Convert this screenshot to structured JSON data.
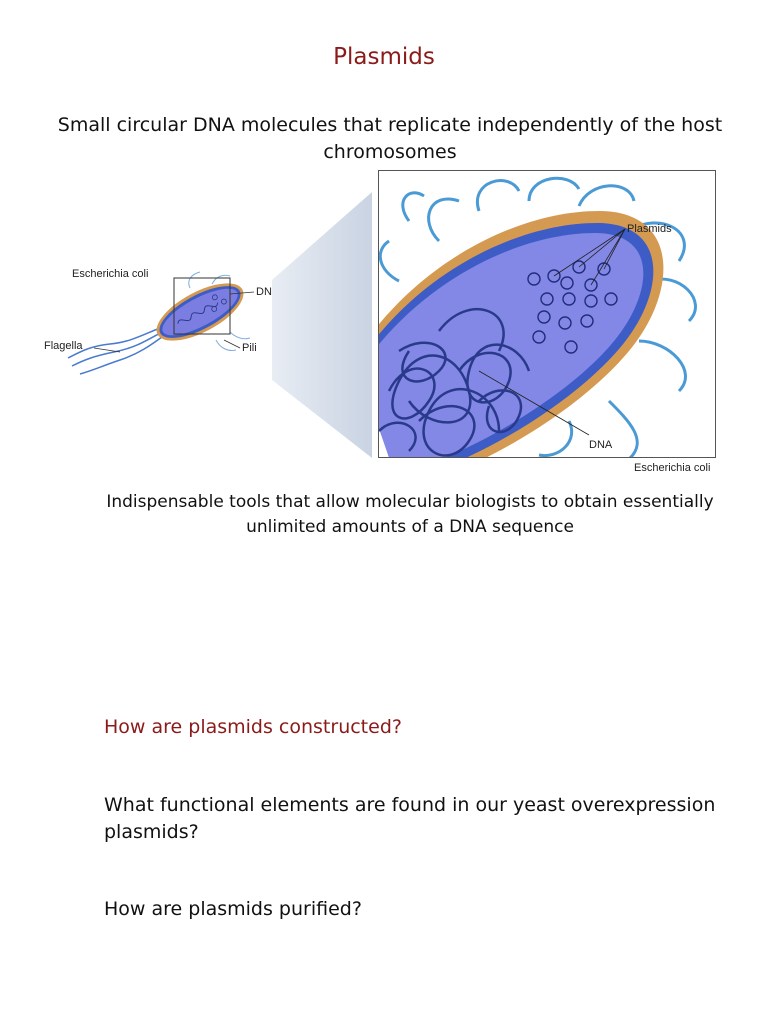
{
  "slide": {
    "title": "Plasmids",
    "subtitle": "Small circular DNA molecules that replicate independently of the host chromosomes",
    "description": "Indispensable tools that allow molecular biologists to obtain essentially unlimited amounts of a DNA sequence",
    "questions": [
      "How are plasmids constructed?",
      "What functional elements are found in our yeast overexpression plasmids?",
      "How are plasmids purified?"
    ]
  },
  "figure_small": {
    "label_organism": "Escherichia coli",
    "label_dna": "DNA",
    "label_flagella": "Flagella",
    "label_pili": "Pili"
  },
  "figure_large": {
    "label_plasmids": "Plasmids",
    "label_dna": "DNA",
    "caption": "Escherichia coli"
  },
  "colors": {
    "title": "#8b1a1a",
    "cytoplasm": "#7b7ee0",
    "membrane": "#3d5cc6",
    "cell_wall": "#d49a52",
    "pili": "#4a9ad6"
  }
}
